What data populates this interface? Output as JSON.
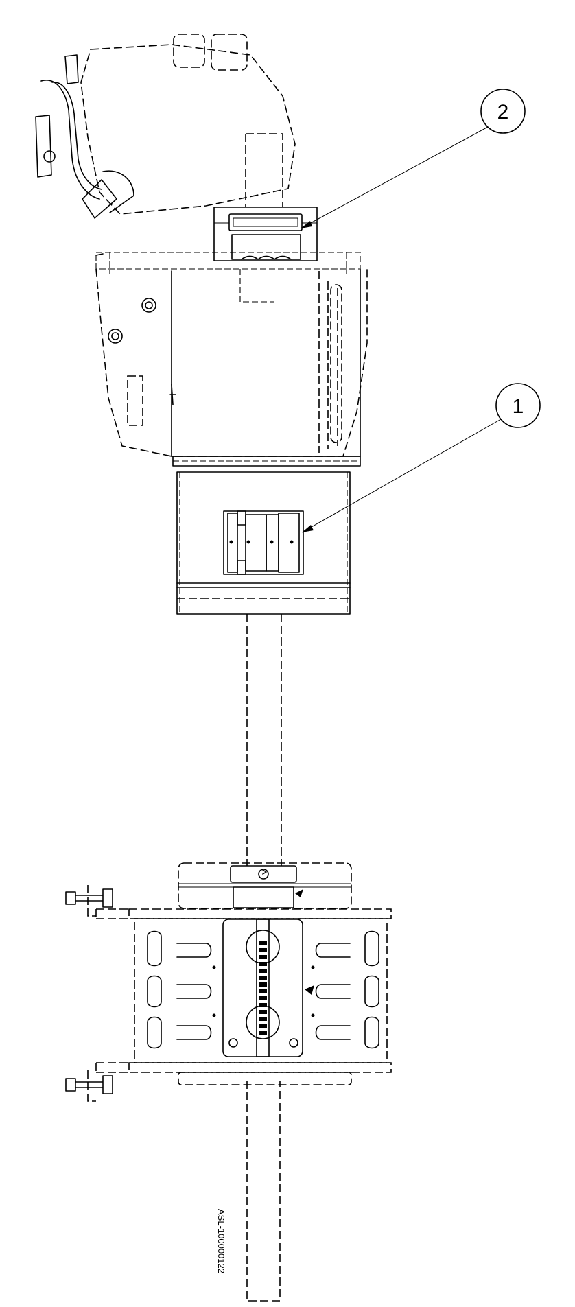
{
  "callouts": [
    {
      "label": "1",
      "target": "clamp-block"
    },
    {
      "label": "2",
      "target": "coupling-block"
    }
  ],
  "document_id": "ASL-100000122"
}
